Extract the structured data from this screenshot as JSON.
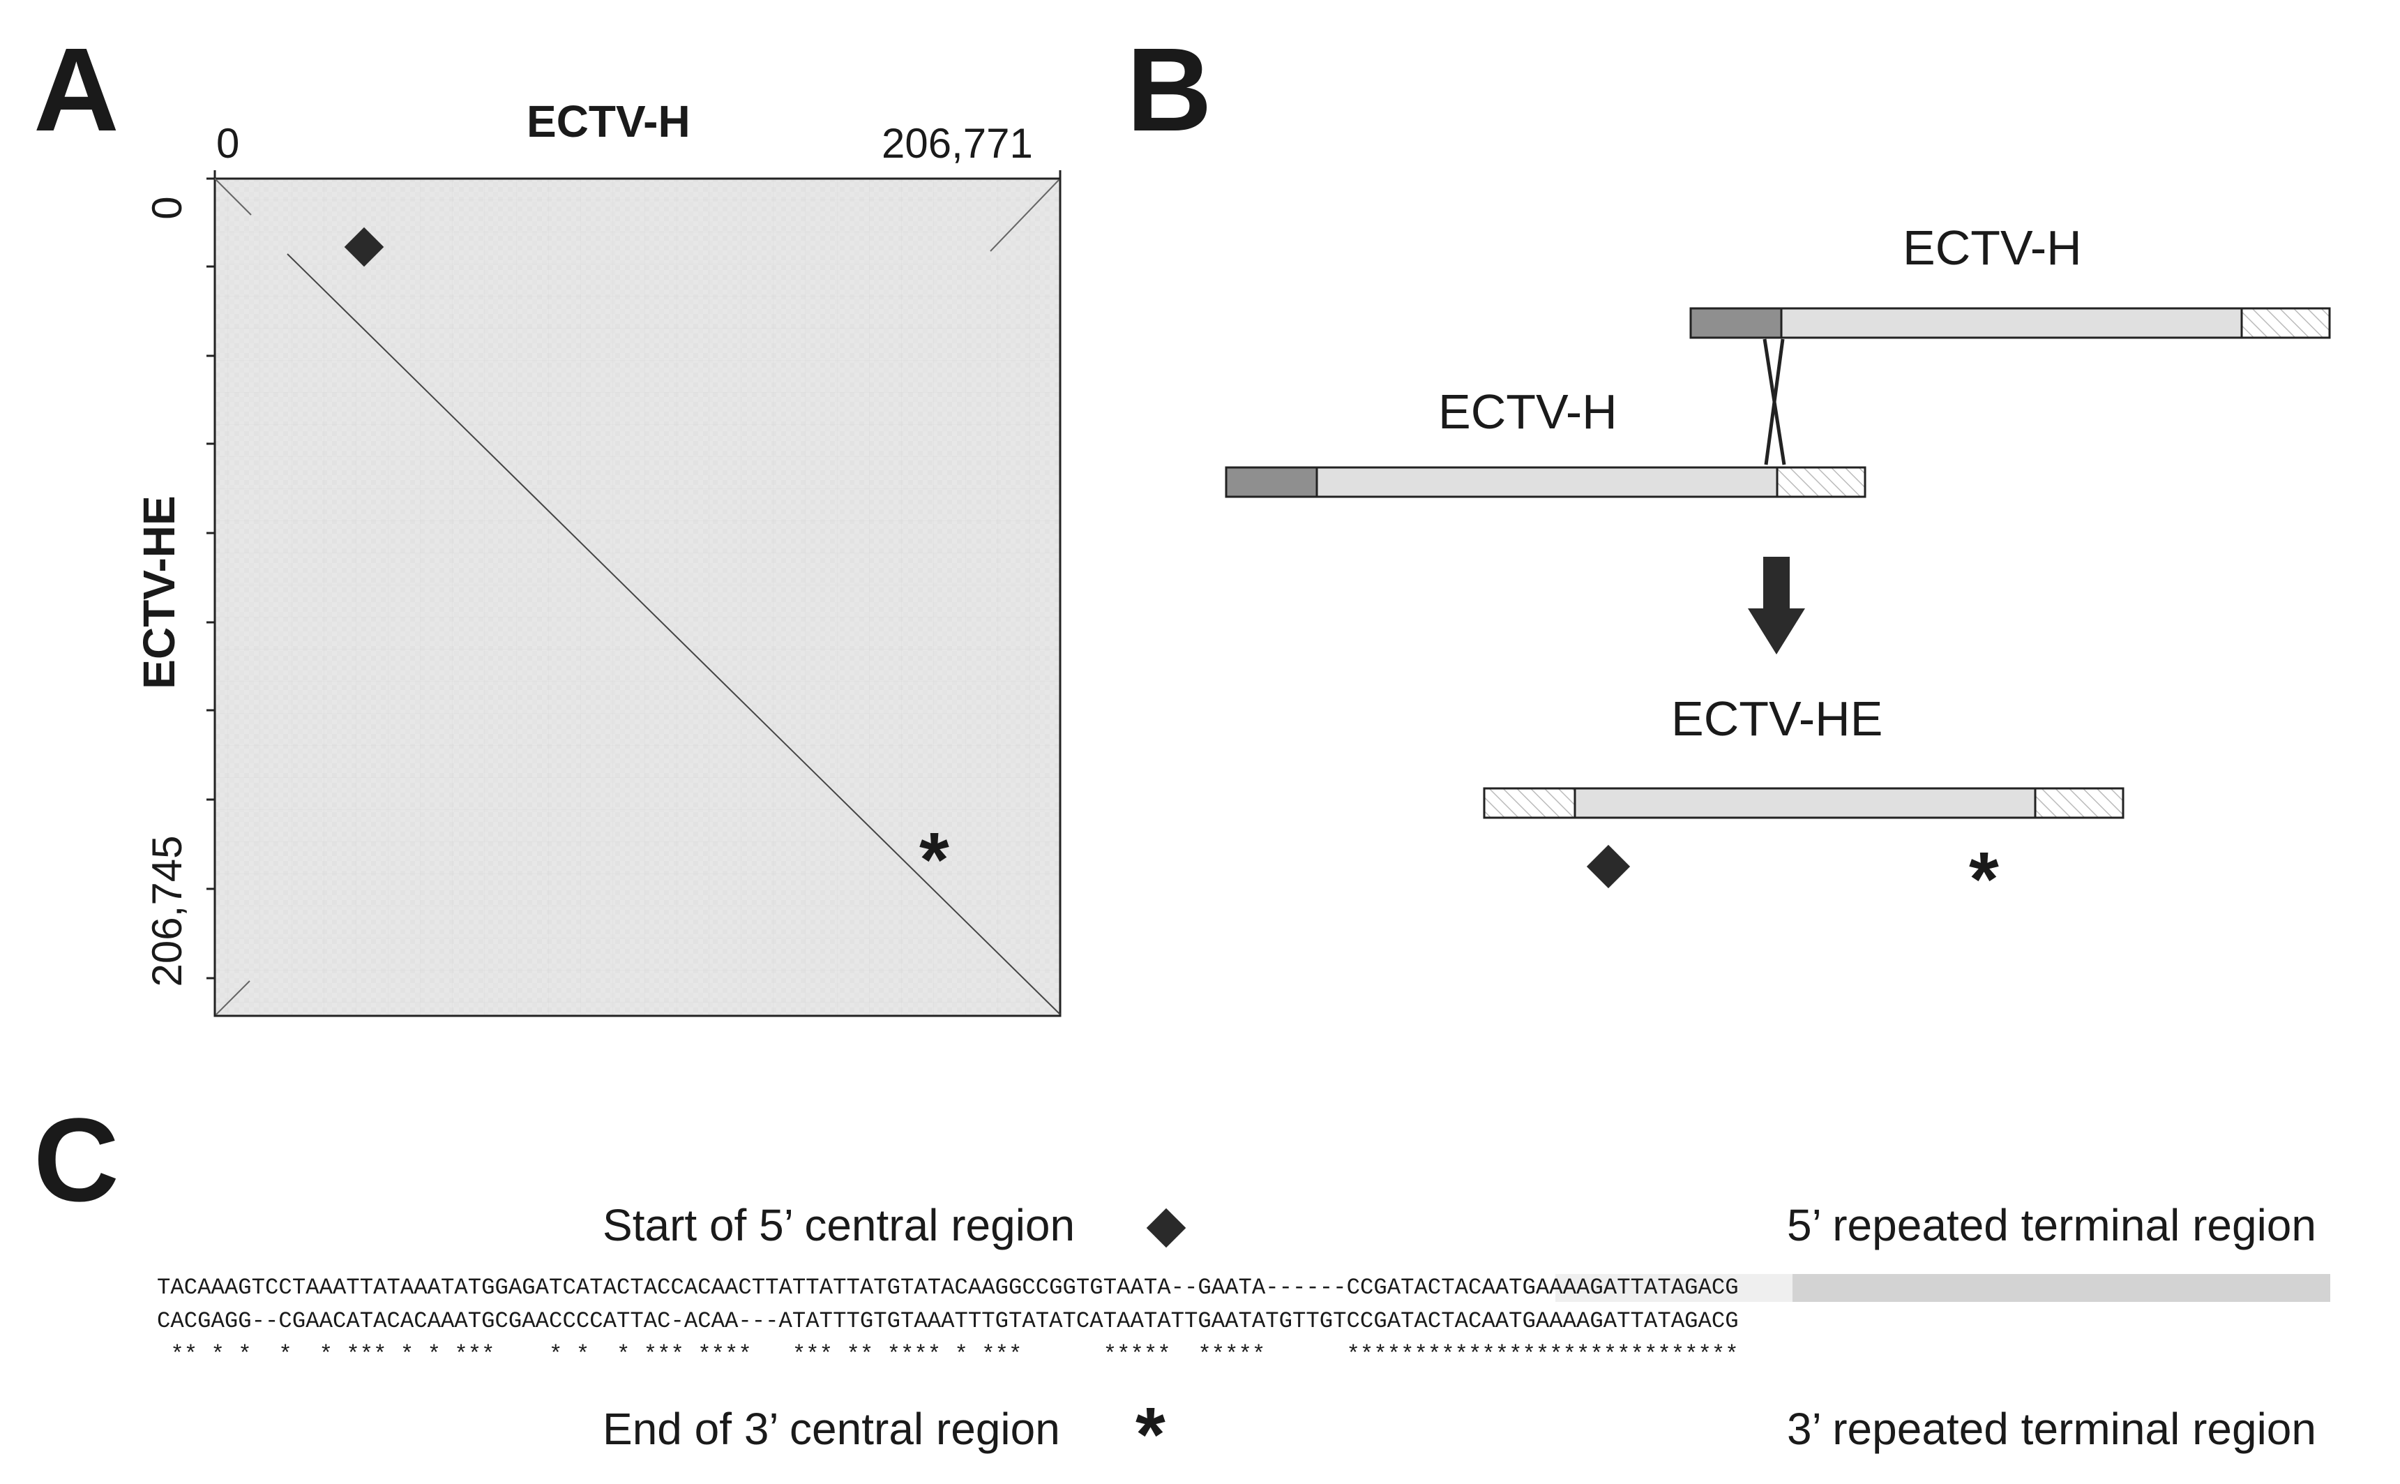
{
  "panels": {
    "a": "A",
    "b": "B",
    "c": "C"
  },
  "panel_a": {
    "x_axis_title": "ECTV-H",
    "x_tick_start": "0",
    "x_tick_end": "206,771",
    "y_axis_title": "ECTV-HE",
    "y_tick_start": "0",
    "y_tick_end": "206,745",
    "diamond_marker": "diamond-icon",
    "asterisk_marker": "*"
  },
  "panel_b": {
    "top_genome_label": "ECTV-H",
    "middle_genome_label": "ECTV-H",
    "result_genome_label": "ECTV-HE",
    "asterisk_marker": "*",
    "colors": {
      "dark_segment": "#8f8f8f",
      "light_segment": "#e0e0e0",
      "outline": "#222222",
      "arrow": "#2b2b2b"
    }
  },
  "panel_c": {
    "start_label": "Start of 5’ central region",
    "repeat5_label": "5’ repeated terminal region",
    "end_label": "End of 3’ central region",
    "repeat3_label": "3’ repeated terminal region",
    "seq1_central": "TACAAAGTCCTAAATTATAAATATGGAGATCATACTACCACAACTTATTATTATGTATACAAGGCCGGTGTAATA--GAATA------",
    "seq1_terminal": "CCGATACTACAATGAAAAGATTATAGACG",
    "seq2": "CACGAGG--CGAACATACACAAATGCGAACCCCATTAC-ACAA---ATATTTGTGTAAATTTGTATATCATAATATTGAATATGTTGTCCGATACTACAATGAAAAGATTATAGACG",
    "consensus": " ** * *  *  * *** * * ***    * *  * *** ****   *** ** **** * ***      *****  *****      *****************************",
    "asterisk_marker": "*"
  }
}
